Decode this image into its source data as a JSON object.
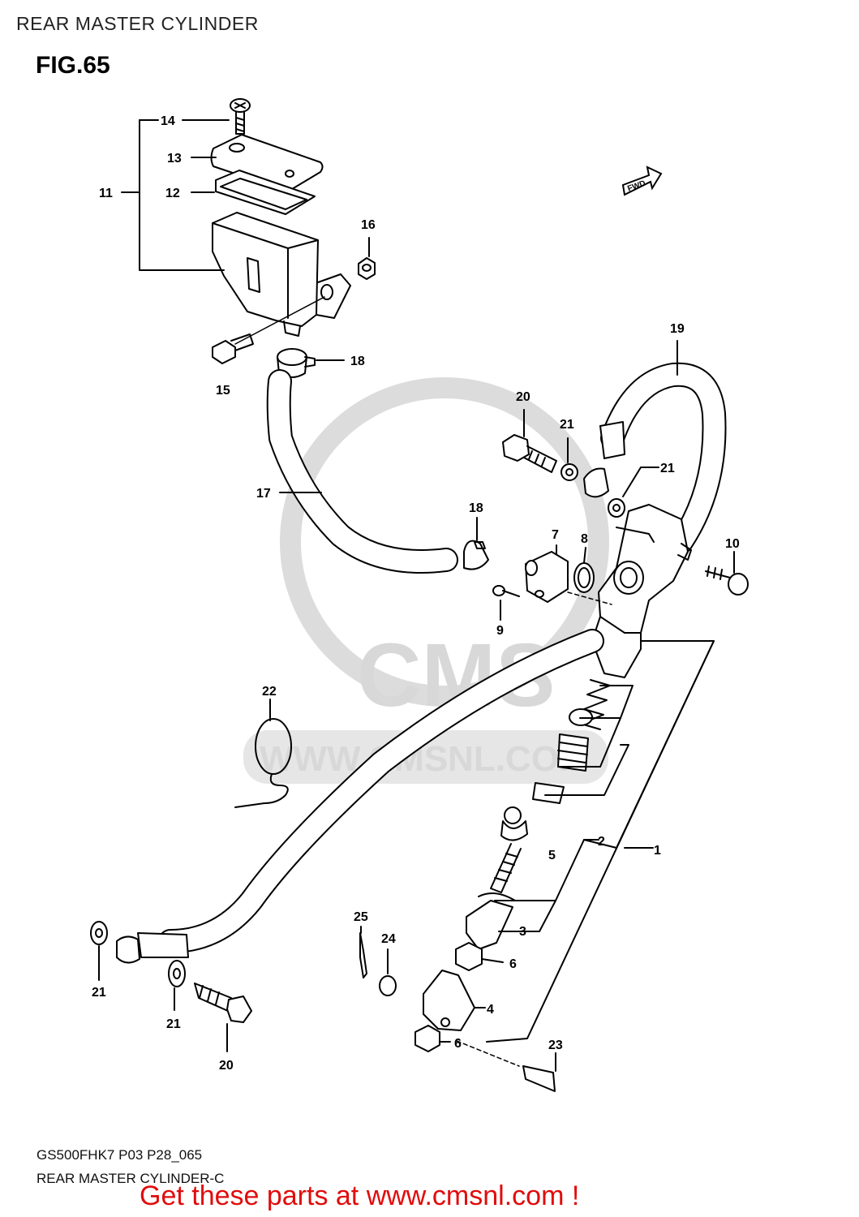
{
  "header": {
    "title": "REAR MASTER CYLINDER",
    "figure": "FIG.65"
  },
  "footer": {
    "model_code": "GS500FHK7 P03 P28_065",
    "caption": "REAR MASTER CYLINDER-C"
  },
  "promo": {
    "text": "Get these parts at www.cmsnl.com !",
    "color": "#e10c0c"
  },
  "watermark": {
    "logo_text": "CMS",
    "url_text": "WWW.CMSNL.COM"
  },
  "direction_arrow": {
    "label": "FWD"
  },
  "part_labels": [
    "14",
    "13",
    "12",
    "11",
    "16",
    "15",
    "18",
    "19",
    "20",
    "21",
    "21",
    "17",
    "18",
    "7",
    "8",
    "10",
    "9",
    "22",
    "2",
    "1",
    "5",
    "3",
    "25",
    "24",
    "6",
    "4",
    "6",
    "21",
    "21",
    "20",
    "23"
  ]
}
